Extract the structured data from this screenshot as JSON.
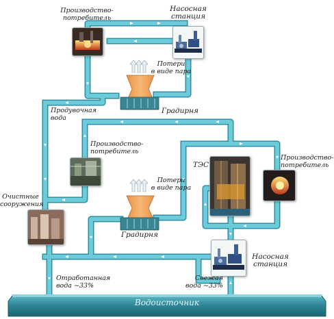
{
  "labels": {
    "consumer_top": "Производство-\nпотребитель",
    "pump_top": "Насосная\nстанция",
    "steam_loss_top": "Потери\nв виде пара",
    "cooling_tower_top": "Градирня",
    "blowdown_water": "Продувочная\nвода",
    "consumer_mid": "Производство-\nпотребитель",
    "steam_loss_mid": "Потери\nв виде пара",
    "tpp": "ТЭС",
    "consumer_right": "Производство-\nпотребитель",
    "treatment_facilities": "Очистные\nсооружения",
    "cooling_tower_mid": "Градирня",
    "pump_bottom": "Насосная\nстанция",
    "waste_water": "Отработанная\nвода ~33%",
    "fresh_water": "Свежая\nвода ~33%",
    "water_source": "Водоисточник"
  },
  "colors": {
    "pipe": "#5bbfd0",
    "pipe_edge": "#2f8e9f",
    "source_dark": "#1f6f7d",
    "source_light": "#4aa6b5",
    "tower": "#f2a45c",
    "tower_base": "#3d8794"
  }
}
